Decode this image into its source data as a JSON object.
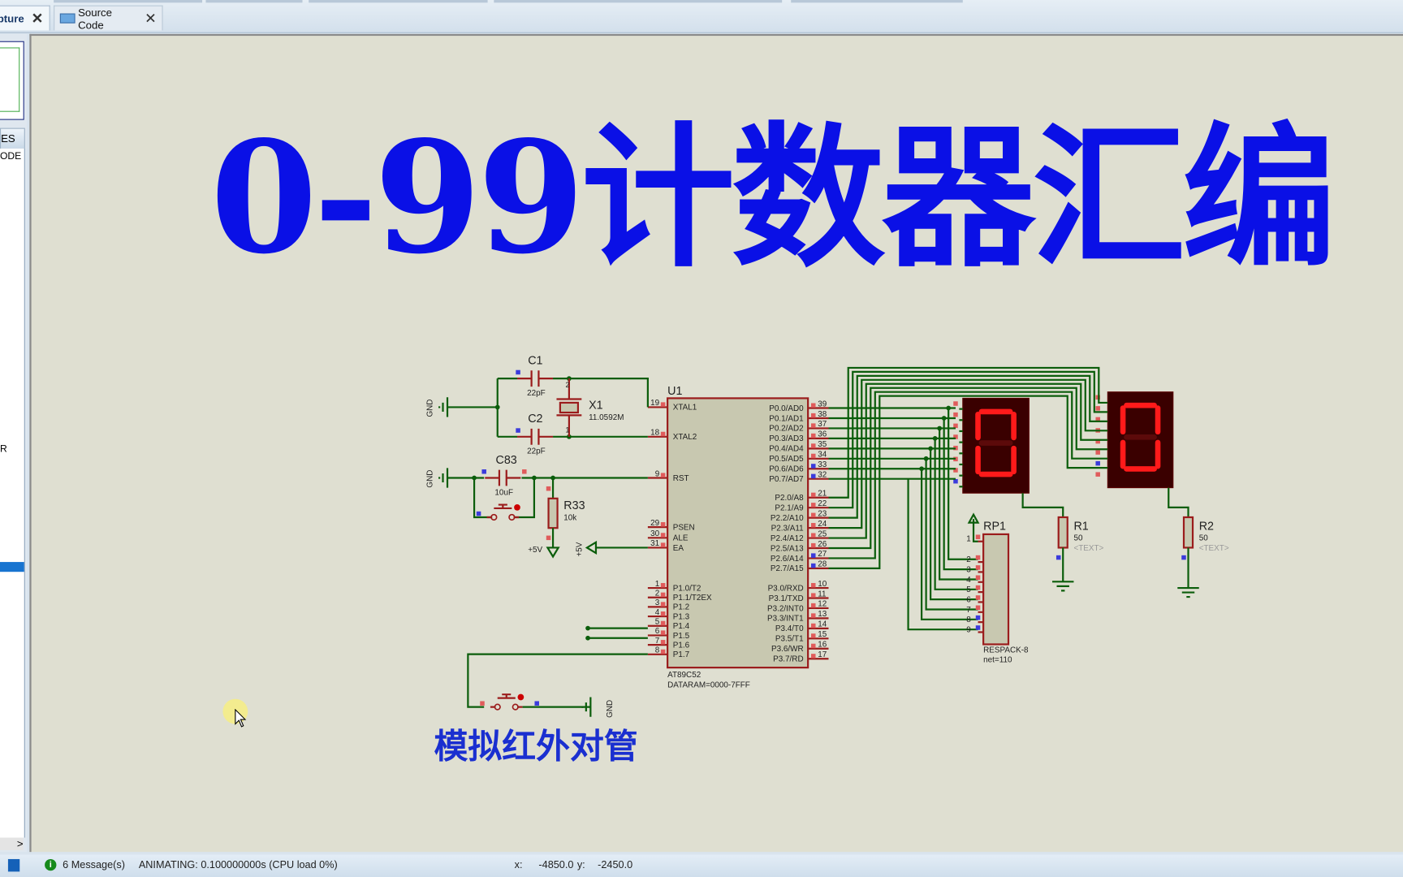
{
  "tabs": [
    {
      "label": "pture",
      "active": true
    },
    {
      "label": "Source Code",
      "active": false
    }
  ],
  "left_panel": {
    "header": "ES",
    "items": [
      "ODE",
      "R"
    ]
  },
  "scroll_arrow": ">",
  "title": "0-99计数器汇编",
  "subtitle": "模拟红外对管",
  "schematic": {
    "u1": {
      "ref": "U1",
      "part": "AT89C52",
      "prop": "DATARAM=0000-7FFF",
      "left_top": [
        {
          "n": "19",
          "l": "XTAL1"
        },
        {
          "n": "18",
          "l": "XTAL2"
        },
        {
          "n": "9",
          "l": "RST"
        },
        {
          "n": "29",
          "l": "PSEN"
        },
        {
          "n": "30",
          "l": "ALE"
        },
        {
          "n": "31",
          "l": "EA"
        }
      ],
      "p1": [
        {
          "n": "1",
          "l": "P1.0/T2"
        },
        {
          "n": "2",
          "l": "P1.1/T2EX"
        },
        {
          "n": "3",
          "l": "P1.2"
        },
        {
          "n": "4",
          "l": "P1.3"
        },
        {
          "n": "5",
          "l": "P1.4"
        },
        {
          "n": "6",
          "l": "P1.5"
        },
        {
          "n": "7",
          "l": "P1.6"
        },
        {
          "n": "8",
          "l": "P1.7"
        }
      ],
      "p0": [
        {
          "n": "39",
          "l": "P0.0/AD0"
        },
        {
          "n": "38",
          "l": "P0.1/AD1"
        },
        {
          "n": "37",
          "l": "P0.2/AD2"
        },
        {
          "n": "36",
          "l": "P0.3/AD3"
        },
        {
          "n": "35",
          "l": "P0.4/AD4"
        },
        {
          "n": "34",
          "l": "P0.5/AD5"
        },
        {
          "n": "33",
          "l": "P0.6/AD6"
        },
        {
          "n": "32",
          "l": "P0.7/AD7"
        }
      ],
      "p2": [
        {
          "n": "21",
          "l": "P2.0/A8"
        },
        {
          "n": "22",
          "l": "P2.1/A9"
        },
        {
          "n": "23",
          "l": "P2.2/A10"
        },
        {
          "n": "24",
          "l": "P2.3/A11"
        },
        {
          "n": "25",
          "l": "P2.4/A12"
        },
        {
          "n": "26",
          "l": "P2.5/A13"
        },
        {
          "n": "27",
          "l": "P2.6/A14"
        },
        {
          "n": "28",
          "l": "P2.7/A15"
        }
      ],
      "p3": [
        {
          "n": "10",
          "l": "P3.0/RXD"
        },
        {
          "n": "11",
          "l": "P3.1/TXD"
        },
        {
          "n": "12",
          "l": "P3.2/INT0"
        },
        {
          "n": "13",
          "l": "P3.3/INT1"
        },
        {
          "n": "14",
          "l": "P3.4/T0"
        },
        {
          "n": "15",
          "l": "P3.5/T1"
        },
        {
          "n": "16",
          "l": "P3.6/WR"
        },
        {
          "n": "17",
          "l": "P3.7/RD"
        }
      ]
    },
    "c1": {
      "ref": "C1",
      "value": "22pF"
    },
    "c2": {
      "ref": "C2",
      "value": "22pF"
    },
    "x1": {
      "ref": "X1",
      "value": "11.0592M",
      "pin1": "1",
      "pin2": "2"
    },
    "c83": {
      "ref": "C83",
      "value": "10uF"
    },
    "r33": {
      "ref": "R33",
      "value": "10k"
    },
    "r1": {
      "ref": "R1",
      "value": "50",
      "text": "<TEXT>"
    },
    "r2": {
      "ref": "R2",
      "value": "50",
      "text": "<TEXT>"
    },
    "rp1": {
      "ref": "RP1",
      "part": "RESPACK-8",
      "prop": "net=110",
      "pins": [
        "1",
        "2",
        "3",
        "4",
        "5",
        "6",
        "7",
        "8",
        "9"
      ]
    },
    "gnd": "GND",
    "vcc": "+5V",
    "display1_digit": "0",
    "display2_digit": "0",
    "colors": {
      "wire": "#0b5d0b",
      "part": "#9b1c1c",
      "body": "#c8c8b0",
      "segment_on": "#ff1a1a",
      "display_bg": "#3a0000",
      "title": "#0a10e6"
    }
  },
  "status": {
    "messages": "6 Message(s)",
    "animating": "ANIMATING: 0.100000000s (CPU load 0%)",
    "x_label": "x:",
    "x_value": "-4850.0",
    "y_label": "y:",
    "y_value": "-2450.0"
  }
}
